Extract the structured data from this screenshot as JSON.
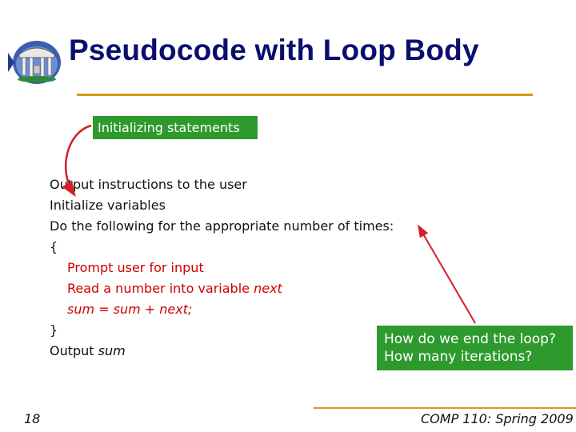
{
  "title": "Pseudocode with Loop Body",
  "logo_icon": "old-well-logo-icon",
  "callouts": {
    "initializing": "Initializing statements",
    "end_loop": [
      "How do we end the loop?",
      "How many iterations?"
    ]
  },
  "code": {
    "output_instructions": "Output instructions to the user",
    "initialize_variables": "Initialize variables",
    "do_following": "Do the following for the appropriate number of times:",
    "open_brace": "{",
    "prompt_user": "Prompt user for input",
    "read_number_prefix": "Read a number into variable ",
    "read_number_var": "next",
    "sum_statement": "sum = sum + next;",
    "close_brace": "}",
    "output_prefix": "Output ",
    "output_var": "sum"
  },
  "footer": {
    "slide_number": "18",
    "course": "COMP 110: Spring 2009"
  },
  "colors": {
    "title": "#0a0f6e",
    "accent_rule": "#d49a1c",
    "callout_bg": "#2e9a2e",
    "highlight_text": "#cc0000",
    "arrow": "#d21f2a"
  }
}
